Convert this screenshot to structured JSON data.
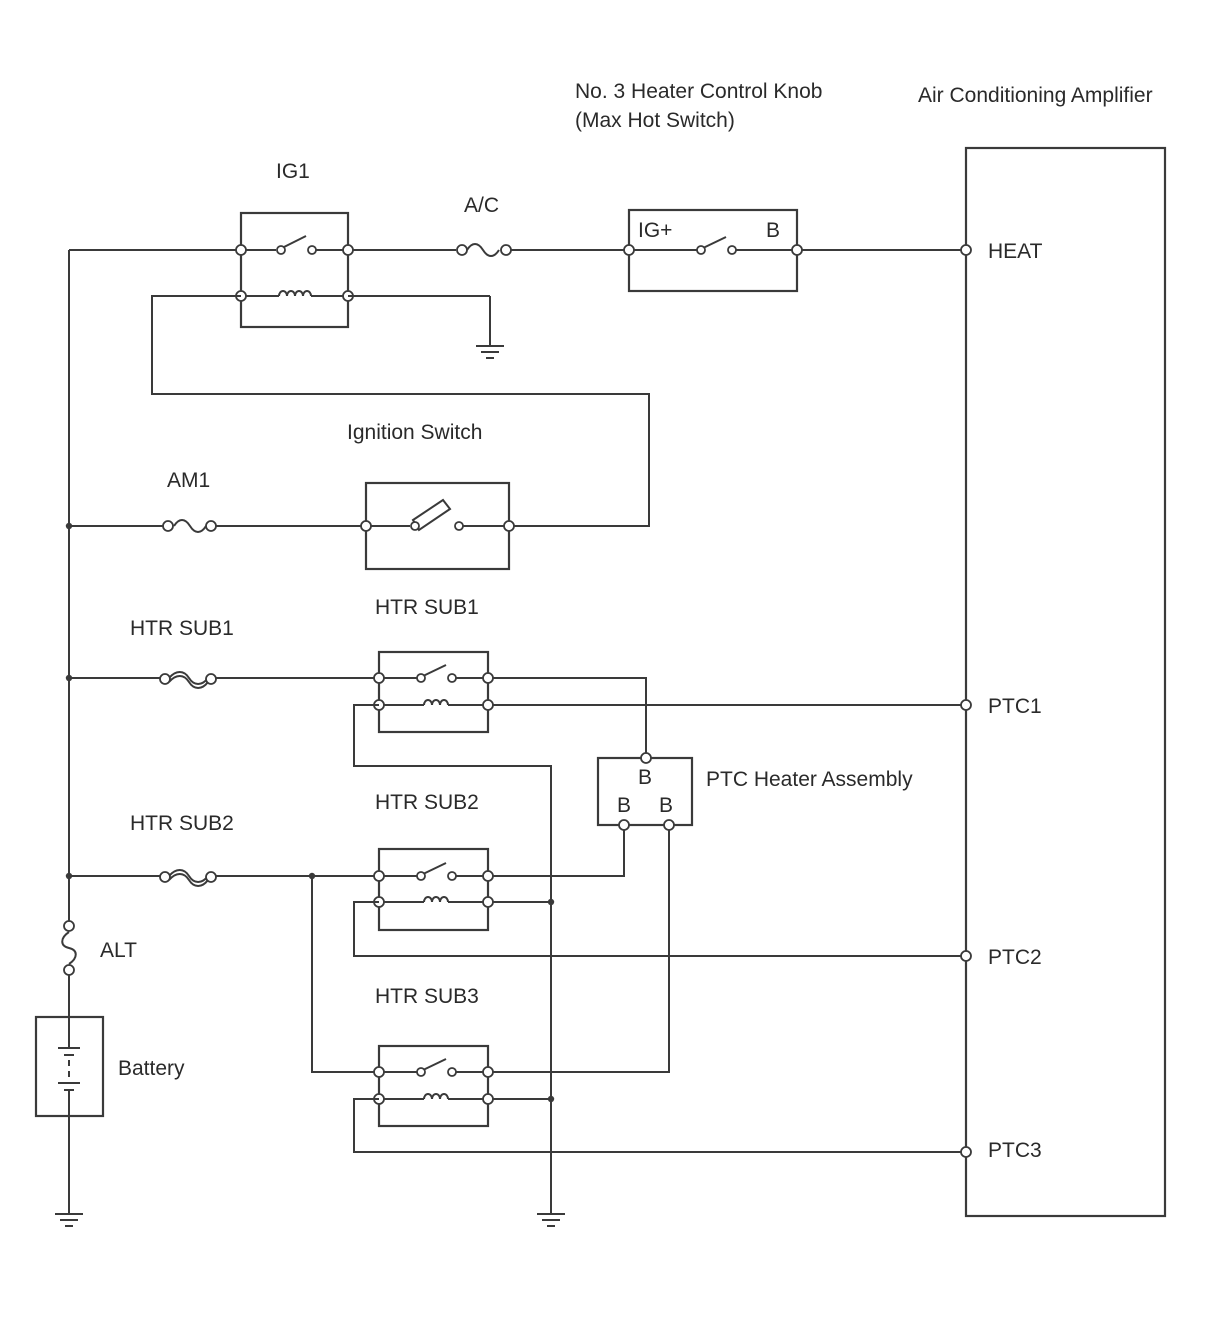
{
  "diagram": {
    "ac_amplifier": {
      "title": "Air Conditioning Amplifier",
      "terminals": {
        "heat": "HEAT",
        "ptc1": "PTC1",
        "ptc2": "PTC2",
        "ptc3": "PTC3"
      }
    },
    "heater_knob": {
      "title_line1": "No. 3 Heater Control Knob",
      "title_line2": "(Max Hot Switch)",
      "terminal_in": "IG+",
      "terminal_out": "B"
    },
    "relays": {
      "ig1": "IG1",
      "htr_sub1": "HTR SUB1",
      "htr_sub2": "HTR SUB2",
      "htr_sub3": "HTR SUB3"
    },
    "fuses": {
      "ac": "A/C",
      "am1": "AM1",
      "htr_sub1": "HTR SUB1",
      "htr_sub2": "HTR SUB2",
      "alt": "ALT"
    },
    "ignition_switch": "Ignition Switch",
    "ptc_heater": {
      "title": "PTC Heater Assembly",
      "terminal_top": "B",
      "terminal_left": "B",
      "terminal_right": "B"
    },
    "battery": "Battery"
  }
}
